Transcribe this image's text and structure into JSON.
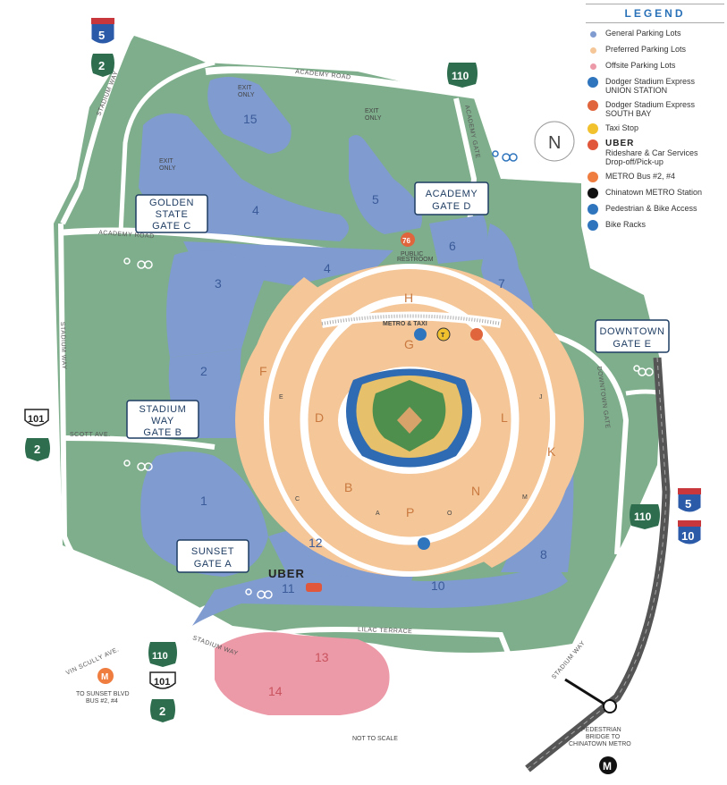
{
  "legend": {
    "title": "LEGEND",
    "items": [
      {
        "label": "General Parking Lots",
        "icon": "general-lot-dot",
        "color": "#7f9bcf"
      },
      {
        "label": "Preferred Parking Lots",
        "icon": "preferred-lot-dot",
        "color": "#f4c698"
      },
      {
        "label": "Offsite Parking Lots",
        "icon": "offsite-lot-dot",
        "color": "#ec9aa8"
      },
      {
        "label": "Dodger Stadium Express",
        "sub": "UNION STATION",
        "icon": "bus-icon",
        "color": "#2f75bd"
      },
      {
        "label": "Dodger Stadium Express",
        "sub": "SOUTH BAY",
        "icon": "bus-icon",
        "color": "#e0643c"
      },
      {
        "label": "Taxi Stop",
        "icon": "taxi-icon",
        "color": "#f2c12e"
      },
      {
        "label": "UBER",
        "sub": "Rideshare & Car Services",
        "sub2": "Drop-off/Pick-up",
        "icon": "car-icon",
        "color": "#e0573c"
      },
      {
        "label": "METRO Bus #2, #4",
        "icon": "metro-bus-icon",
        "color": "#f07d40"
      },
      {
        "label": "Chinatown METRO Station",
        "icon": "metro-station-icon",
        "color": "#111111"
      },
      {
        "label": "Pedestrian & Bike Access",
        "icon": "pedestrian-bike-icon",
        "color": "#2f75bd"
      },
      {
        "label": "Bike Racks",
        "icon": "bike-rack-icon",
        "color": "#2f75bd"
      }
    ]
  },
  "gates": {
    "golden_state": [
      "GOLDEN",
      "STATE",
      "GATE C"
    ],
    "academy": [
      "ACADEMY",
      "GATE D"
    ],
    "stadium_way": [
      "STADIUM",
      "WAY",
      "GATE B"
    ],
    "sunset": [
      "SUNSET",
      "GATE A"
    ],
    "downtown": [
      "DOWNTOWN",
      "GATE E"
    ]
  },
  "lots": {
    "general": [
      "1",
      "2",
      "3",
      "4",
      "4",
      "5",
      "6",
      "7",
      "8",
      "10",
      "11",
      "12",
      "15"
    ],
    "preferred": [
      "H",
      "G",
      "F",
      "D",
      "B",
      "P",
      "N",
      "L",
      "K"
    ],
    "offsite": [
      "13",
      "14"
    ],
    "small": [
      "E",
      "C",
      "J",
      "M",
      "A",
      "O"
    ]
  },
  "roads": {
    "academy_road": "ACADEMY ROAD",
    "academy_road_2": "ACADEMY ROAD",
    "stadium_way": "STADIUM WAY",
    "stadium_way_2": "STADIUM WAY",
    "stadium_way_3": "STADIUM WAY",
    "stadium_way_4": "STADIUM WAY",
    "academy_gate": "ACADEMY GATE",
    "downtown_gate": "DOWNTOWN GATE",
    "scott_ave": "SCOTT AVE.",
    "vin_scully": "VIN SCULLY AVE.",
    "lilac_terrace": "LILAC TERRACE"
  },
  "highways": {
    "i5_top": "5",
    "ca2_top": "2",
    "ca110_top": "110",
    "us101_left": "101",
    "ca2_left": "2",
    "ca110_bottom": "110",
    "us101_bottom": "101",
    "ca2_bottom": "2",
    "ca110_right": "110",
    "i5_right": "5",
    "i10_right": "10"
  },
  "notes": {
    "exit_only_1": [
      "EXIT",
      "ONLY"
    ],
    "exit_only_2": [
      "EXIT",
      "ONLY"
    ],
    "exit_only_3": [
      "EXIT",
      "ONLY"
    ],
    "metro_taxi": "METRO & TAXI",
    "public_restroom": [
      "PUBLIC",
      "RESTROOM"
    ],
    "restroom_badge": "76",
    "uber": "UBER",
    "sunset_bus": [
      "TO SUNSET BLVD",
      "BUS #2, #4"
    ],
    "not_to_scale": "NOT TO SCALE",
    "ped_bridge": [
      "PEDESTRIAN",
      "BRIDGE TO",
      "CHINATOWN METRO"
    ],
    "compass": "N",
    "metro_letter": "M",
    "taxi_letter": "T"
  },
  "colors": {
    "green": "#7fae8c",
    "road": "#ffffff",
    "general": "#7f9bcf",
    "preferred": "#f4c698",
    "offsite": "#ec9aa8",
    "gate_border": "#1f3d63"
  }
}
